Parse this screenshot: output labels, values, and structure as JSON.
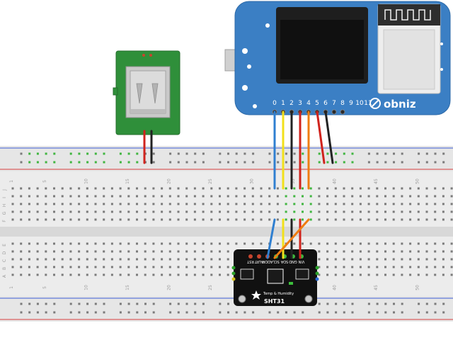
{
  "breadboard": {
    "column_labels": [
      "1",
      "5",
      "10",
      "15",
      "20",
      "25",
      "30",
      "35",
      "40",
      "45",
      "50"
    ],
    "row_labels_top": [
      "J",
      "I",
      "H",
      "G",
      "F"
    ],
    "row_labels_bottom": [
      "E",
      "D",
      "C",
      "B",
      "A"
    ]
  },
  "obniz": {
    "brand": "obniz",
    "pin_labels": [
      "0",
      "1",
      "2",
      "3",
      "4",
      "5",
      "6",
      "7",
      "8",
      "9",
      "10",
      "11"
    ]
  },
  "sensor": {
    "name": "SHT31",
    "subtitle": "Temp & Humidity",
    "pin_labels": [
      "RST",
      "ALRT",
      "ADDR",
      "SCL",
      "SDA",
      "GND",
      "VIN"
    ]
  },
  "wire_colors": {
    "blue": "#2f7fd0",
    "yellow": "#f2e01a",
    "black": "#222222",
    "red": "#d0231d",
    "orange": "#ef7d11"
  },
  "colors": {
    "obniz_body": "#3b7fc4",
    "usb_board": "#2f8f3a",
    "sensor_board": "#111111",
    "breadboard": "#ececec"
  }
}
